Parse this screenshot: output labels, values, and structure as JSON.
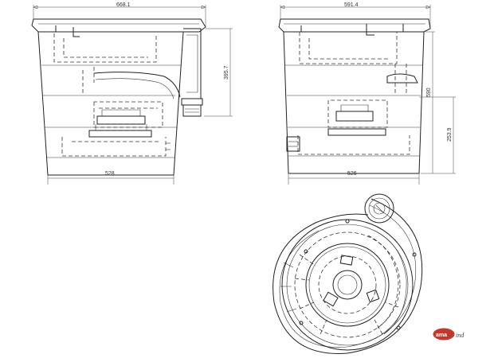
{
  "dimensions": {
    "front_width_top": "668.1",
    "front_height": "395.7",
    "front_width_bottom": "528",
    "side_width_top": "591.4",
    "side_height": "590",
    "side_height_lower": "253.9",
    "side_width_bottom": "526"
  },
  "logo": {
    "mark": "ama",
    "suffix": "ind"
  },
  "colors": {
    "line": "#222222",
    "logo_red": "#c0392b"
  }
}
